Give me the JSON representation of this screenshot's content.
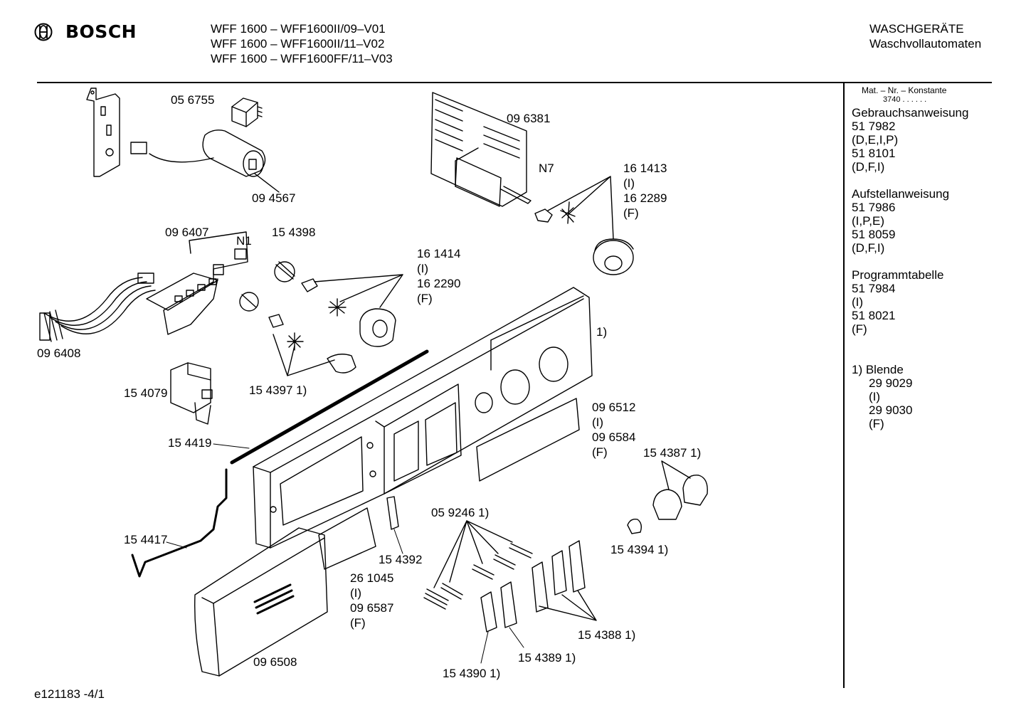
{
  "header": {
    "brand": "BOSCH",
    "models": [
      "WFF 1600 – WFF1600II/09–V01",
      "WFF 1600 – WFF1600II/11–V02",
      "WFF 1600 – WFF1600FF/11–V03"
    ],
    "category": [
      "WASCHGERÄTE",
      "Waschvollautomaten"
    ]
  },
  "side_panel": {
    "mat_header": "Mat. – Nr. – Konstante",
    "mat_value": "3740 . . . . . .",
    "sections": [
      {
        "title": "Gebrauchsanweisung",
        "lines": [
          "51 7982",
          "(D,E,I,P)",
          "51 8101",
          "(D,F,I)"
        ]
      },
      {
        "title": "Aufstellanweisung",
        "lines": [
          "51 7986",
          "(I,P,E)",
          "51 8059",
          "(D,F,I)"
        ]
      },
      {
        "title": "Programmtabelle",
        "lines": [
          "51 7984",
          "(I)",
          "51 8021",
          "(F)"
        ]
      }
    ],
    "note": {
      "title": "1) Blende",
      "lines": [
        "29 9029",
        "(I)",
        "29 9030",
        "(F)"
      ]
    }
  },
  "part_labels": {
    "p056755": "05 6755",
    "p094567": "09 4567",
    "p096381": "09 6381",
    "n7": "N7",
    "p161413": [
      "16 1413",
      "(I)",
      "16 2289",
      "(F)"
    ],
    "p096407": "09 6407",
    "n1": "N1",
    "p154398": "15 4398",
    "p161414": [
      "16 1414",
      "(I)",
      "16 2290",
      "(F)"
    ],
    "p096408": "09 6408",
    "blende": "1)",
    "p154079": "15 4079",
    "p154397": "15 4397 1)",
    "p096512": [
      "09 6512",
      "(I)",
      "09 6584",
      "(F)"
    ],
    "p154387": "15 4387 1)",
    "p154419": "15 4419",
    "p059246": "05 9246 1)",
    "p154417": "15 4417",
    "p154392": "15 4392",
    "p154394": "15 4394 1)",
    "p261045": [
      "26 1045",
      "(I)",
      "09 6587",
      "(F)"
    ],
    "p154388": "15 4388 1)",
    "p096508": "09 6508",
    "p154389": "15 4389 1)",
    "p154390": "15 4390 1)"
  },
  "footer": "e121183 -4/1"
}
